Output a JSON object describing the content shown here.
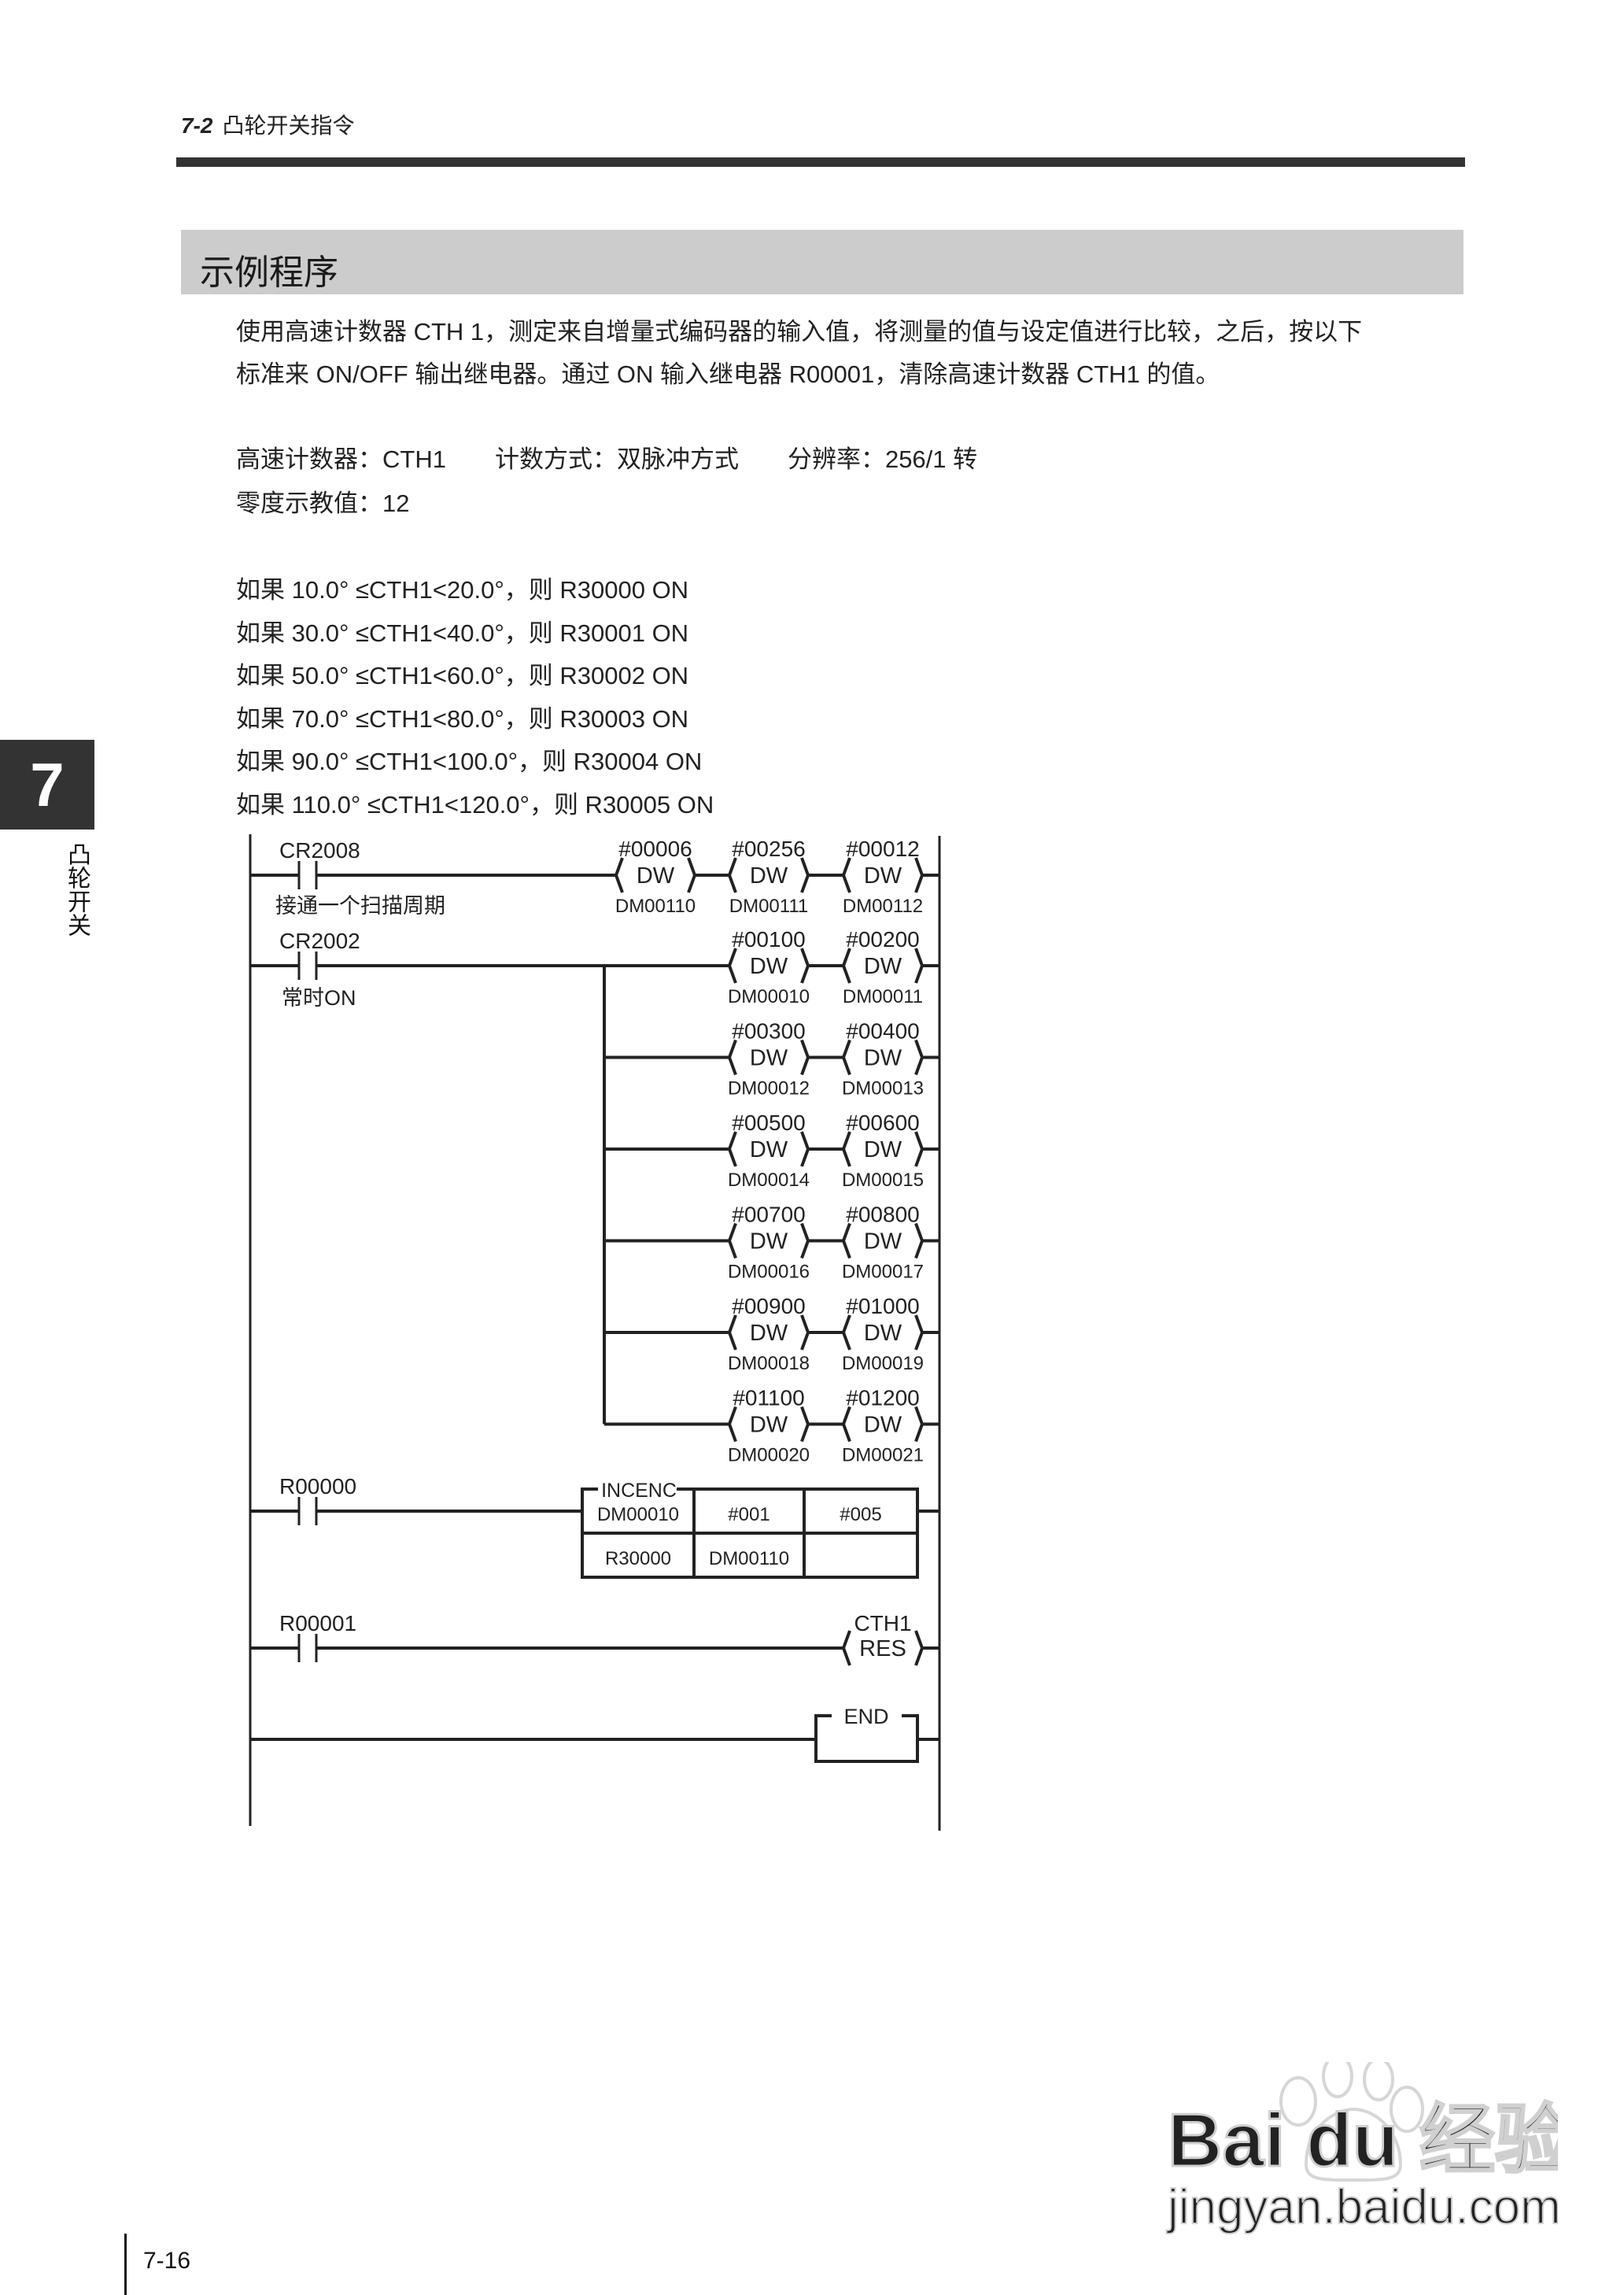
{
  "header": {
    "section_number": "7-2",
    "section_title": "凸轮开关指令"
  },
  "title": "示例程序",
  "intro": {
    "line1": "使用高速计数器 CTH 1，测定来自增量式编码器的输入值，将测量的值与设定值进行比较，之后，按以下",
    "line2": "标准来 ON/OFF 输出继电器。通过 ON 输入继电器 R00001，清除高速计数器 CTH1 的值。"
  },
  "specs": {
    "line1": "高速计数器：CTH1　　计数方式：双脉冲方式　　分辨率：256/1 转",
    "line2": "零度示教值：12"
  },
  "conditions": [
    "如果 10.0° ≤CTH1<20.0°，则 R30000 ON",
    "如果 30.0° ≤CTH1<40.0°，则 R30001 ON",
    "如果 50.0° ≤CTH1<60.0°，则 R30002 ON",
    "如果 70.0° ≤CTH1<80.0°，则 R30003 ON",
    "如果 90.0° ≤CTH1<100.0°，则 R30004 ON",
    "如果 110.0° ≤CTH1<120.0°，则 R30005 ON"
  ],
  "ladder": {
    "rung1": {
      "contact": "CR2008",
      "comment": "接通一个扫描周期",
      "coils": [
        {
          "value": "#00006",
          "instr": "DW",
          "dest": "DM00110"
        },
        {
          "value": "#00256",
          "instr": "DW",
          "dest": "DM00111"
        },
        {
          "value": "#00012",
          "instr": "DW",
          "dest": "DM00112"
        }
      ]
    },
    "rung2": {
      "contact": "CR2002",
      "comment": "常时ON",
      "rows": [
        [
          {
            "value": "#00100",
            "instr": "DW",
            "dest": "DM00010"
          },
          {
            "value": "#00200",
            "instr": "DW",
            "dest": "DM00011"
          }
        ],
        [
          {
            "value": "#00300",
            "instr": "DW",
            "dest": "DM00012"
          },
          {
            "value": "#00400",
            "instr": "DW",
            "dest": "DM00013"
          }
        ],
        [
          {
            "value": "#00500",
            "instr": "DW",
            "dest": "DM00014"
          },
          {
            "value": "#00600",
            "instr": "DW",
            "dest": "DM00015"
          }
        ],
        [
          {
            "value": "#00700",
            "instr": "DW",
            "dest": "DM00016"
          },
          {
            "value": "#00800",
            "instr": "DW",
            "dest": "DM00017"
          }
        ],
        [
          {
            "value": "#00900",
            "instr": "DW",
            "dest": "DM00018"
          },
          {
            "value": "#01000",
            "instr": "DW",
            "dest": "DM00019"
          }
        ],
        [
          {
            "value": "#01100",
            "instr": "DW",
            "dest": "DM00020"
          },
          {
            "value": "#01200",
            "instr": "DW",
            "dest": "DM00021"
          }
        ]
      ]
    },
    "rung3": {
      "contact": "R00000",
      "block_name": "INCENC",
      "cells": [
        [
          "DM00010",
          "#001",
          "#005"
        ],
        [
          "R30000",
          "DM00110",
          ""
        ]
      ]
    },
    "rung4": {
      "contact": "R00001",
      "coil_target": "CTH1",
      "coil_instr": "RES"
    },
    "rung5": {
      "instr": "END"
    }
  },
  "sidebar": {
    "chapter_number": "7",
    "chapter_title": "凸轮开关"
  },
  "footer": {
    "page_number": "7-16"
  },
  "watermark": {
    "logo": "Bai du 经验",
    "url": "jingyan.baidu.com"
  }
}
